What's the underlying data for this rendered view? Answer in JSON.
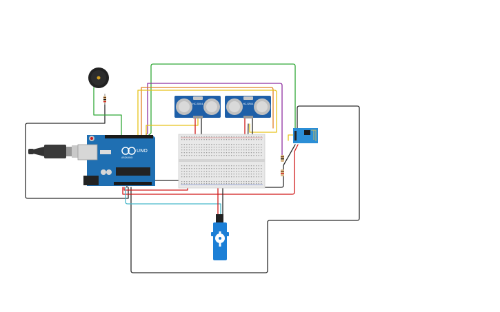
{
  "board": {
    "brand_text": "ARDUINO",
    "model_text": "UNO"
  },
  "sensor_left": {
    "label": "HC-SR04"
  },
  "sensor_right": {
    "label": "HC-SR04"
  },
  "colors": {
    "board_blue": "#1f6fb2",
    "wire_red": "#d01818",
    "wire_black": "#2a2a2a",
    "wire_green": "#2fa836",
    "wire_yellow": "#e6c21a",
    "wire_purple": "#8e2fa0",
    "wire_cyan": "#46b6c9",
    "servo_blue": "#1c7fd6",
    "wifi_blue": "#2b8ed6"
  }
}
